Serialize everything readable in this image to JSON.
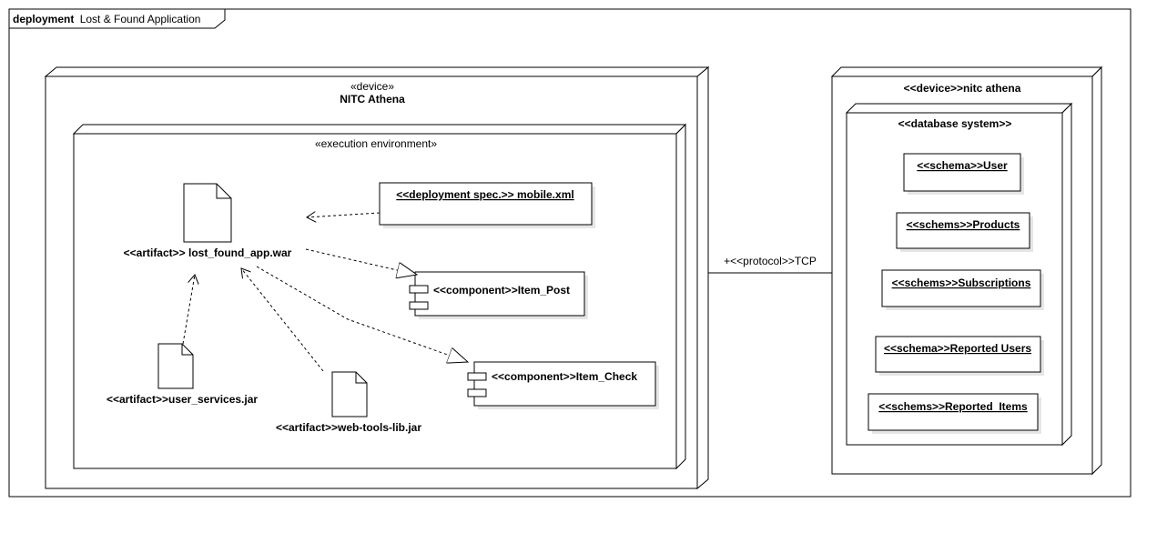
{
  "frame": {
    "keyword": "deployment",
    "name": "Lost & Found Application"
  },
  "device_left": {
    "stereotype": "«device»",
    "name": "NITC Athena"
  },
  "execution_env": {
    "stereotype": "«execution environment»"
  },
  "artifacts": {
    "main": "<<artifact>> lost_found_app.war",
    "user_services": "<<artifact>>user_services.jar",
    "web_tools": "<<artifact>>web-tools-lib.jar"
  },
  "deployment_spec": "<<deployment spec.>> mobile.xml",
  "components": {
    "item_post": "<<component>>Item_Post",
    "item_check": "<<component>>Item_Check"
  },
  "connector": {
    "label": "+<<protocol>>TCP"
  },
  "device_right": {
    "name": "<<device>>nitc athena",
    "inner": "<<database system>>",
    "schemas": [
      "<<schema>>User",
      "<<schems>>Products",
      "<<schems>>Subscriptions",
      "<<schema>>Reported Users",
      "<<schems>>Reported_Items"
    ]
  }
}
